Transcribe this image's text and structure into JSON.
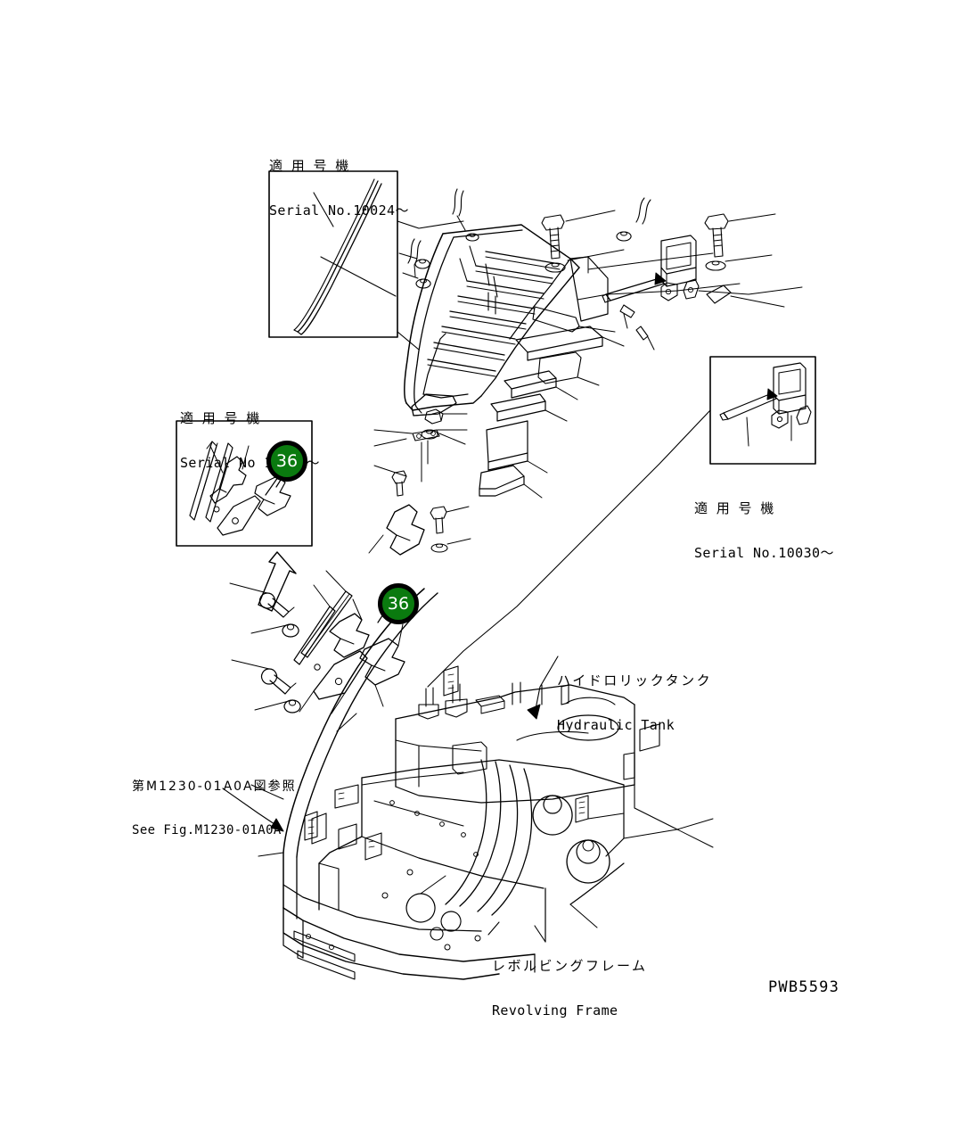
{
  "figure": {
    "code": "PWB5593",
    "background_color": "#ffffff",
    "line_color": "#000000",
    "callout_color": "#0a7a0f",
    "callout_ring_color": "#000000",
    "callout_text_color": "#ffffff"
  },
  "labels": {
    "inset_top": {
      "jp": "適 用 号 機",
      "en": "Serial No.10024〜"
    },
    "inset_left": {
      "jp": "適 用 号 機",
      "en": "Serial No 10295〜"
    },
    "inset_right": {
      "jp": "適 用 号 機",
      "en": "Serial No.10030〜"
    },
    "hydraulic_tank": {
      "jp": "ハイドロリックタンク",
      "en": "Hydraulic Tank"
    },
    "see_figure": {
      "jp": "第M1230-01A0A図参照",
      "en": "See Fig.M1230-01A0A"
    },
    "revolving_frame": {
      "jp": "レボルビングフレーム",
      "en": "Revolving Frame"
    }
  },
  "callouts": [
    {
      "number": "36",
      "location": "inset-left"
    },
    {
      "number": "36",
      "location": "main-view"
    }
  ]
}
